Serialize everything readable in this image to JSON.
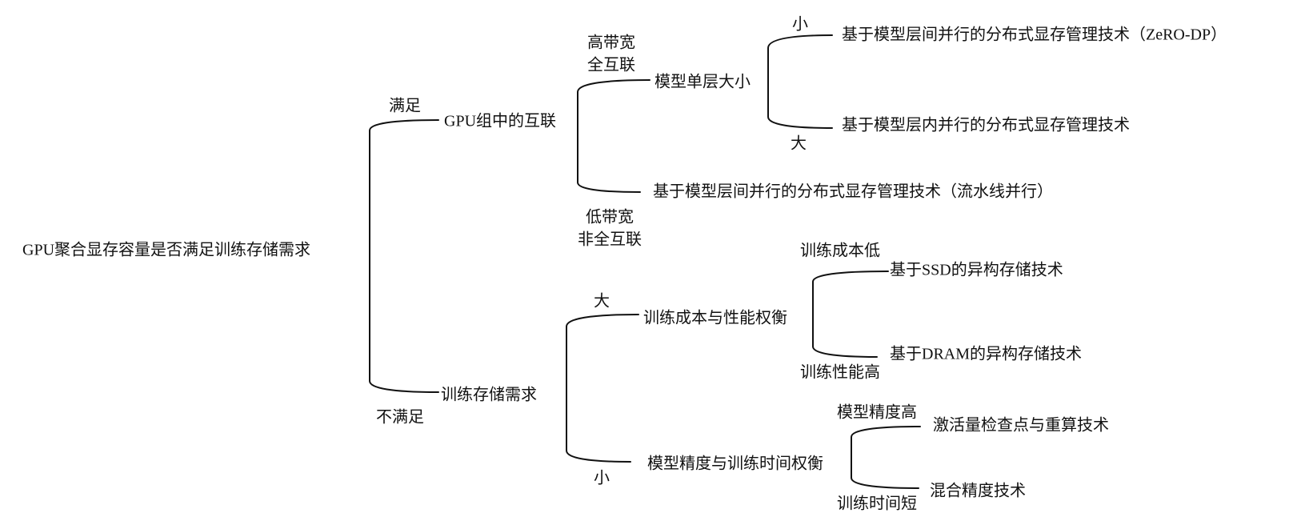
{
  "root": {
    "label": "GPU聚合显存容量是否满足训练存储需求"
  },
  "level1": {
    "satisfied_edge": "满足",
    "unsatisfied_edge": "不满足",
    "gpu_interconnect": "GPU组中的互联",
    "training_storage": "训练存储需求"
  },
  "level2": {
    "high_bw_edge_line1": "高带宽",
    "high_bw_edge_line2": "全互联",
    "low_bw_edge_line1": "低带宽",
    "low_bw_edge_line2": "非全互联",
    "layer_size": "模型单层大小",
    "large_edge": "大",
    "small_edge": "小",
    "cost_perf": "训练成本与性能权衡",
    "precision_time": "模型精度与训练时间权衡"
  },
  "leaves": {
    "small_edge": "小",
    "large_edge": "大",
    "zero_dp": "基于模型层间并行的分布式显存管理技术（ZeRO-DP）",
    "intra_layer": "基于模型层内并行的分布式显存管理技术",
    "pipeline": "基于模型层间并行的分布式显存管理技术（流水线并行）",
    "low_cost_edge": "训练成本低",
    "high_perf_edge": "训练性能高",
    "ssd": "基于SSD的异构存储技术",
    "dram": "基于DRAM的异构存储技术",
    "high_precision_edge": "模型精度高",
    "short_time_edge": "训练时间短",
    "checkpoint": "激活量检查点与重算技术",
    "mixed_precision": "混合精度技术"
  }
}
